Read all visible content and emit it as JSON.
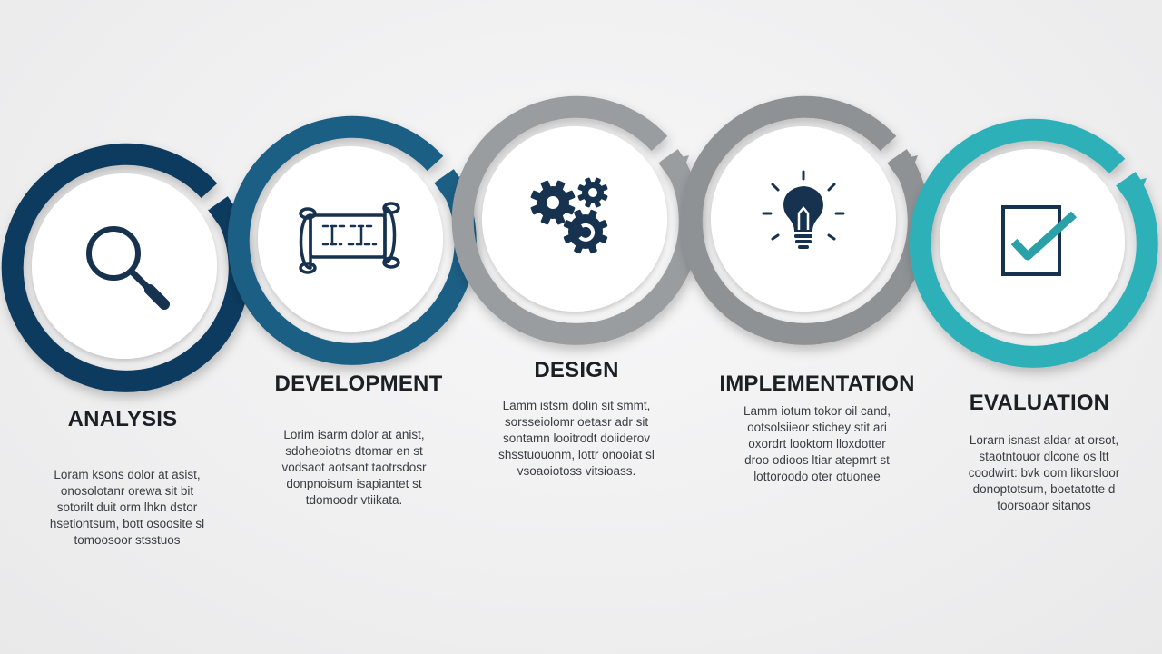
{
  "colors": {
    "analysis": "#0f3b5f",
    "development": "#1b5e85",
    "design": "#9a9d9f",
    "implementation": "#8f9294",
    "evaluation": "#2fb0b8",
    "icon": "#16324f",
    "icon_accent": "#2aa0a8"
  },
  "stages": [
    {
      "title": "ANALYSIS",
      "icon": "magnifier-icon",
      "lines": [
        "Loram ksons dolor at asist,",
        "onosolotanr orewa sit bit",
        "sotorilt duit orm lhkn dstor",
        "hsetiontsum, bott osoosite sl",
        "tomoosoor stsstuos"
      ]
    },
    {
      "title": "DEVELOPMENT",
      "icon": "blueprint-scroll-icon",
      "lines": [
        "Lorim isarm dolor at anist,",
        "sdoheoiotns dtomar en st",
        "vodsaot aotsant taotrsdosr",
        "donpnoisum isapiantet st",
        "tdomoodr vtiikata."
      ]
    },
    {
      "title": "DESIGN",
      "icon": "gears-icon",
      "lines": [
        "Lamm istsm dolin sit smmt,",
        "sorsseiolomr oetasr adr sit",
        "sontamn looitrodt doiiderov",
        "shsstuouonm, lottr onooiat sl",
        "vsoaoiotoss vitsioass."
      ]
    },
    {
      "title": "IMPLEMENTATION",
      "icon": "lightbulb-icon",
      "lines": [
        "Lamm iotum tokor oil cand,",
        "ootsolsiieor stichey stit ari",
        "oxordrt looktom lloxdotter",
        "droo odioos ltiar atepmrt st",
        "lottoroodo oter otuonee"
      ]
    },
    {
      "title": "EVALUATION",
      "icon": "checkbox-icon",
      "lines": [
        "Lorarn isnast aldar at orsot,",
        "staotntouor dlcone os ltt",
        "coodwirt: bvk oom likorsloor",
        "donoptotsum, boetatotte d",
        "toorsoaor sitanos"
      ]
    }
  ]
}
